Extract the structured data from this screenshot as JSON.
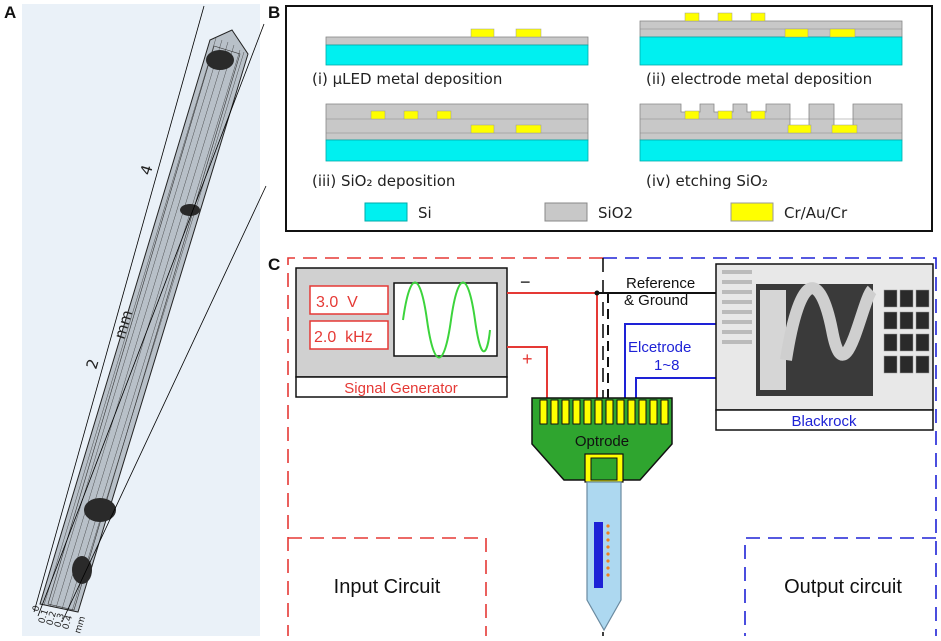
{
  "panels": {
    "a": "A",
    "b": "B",
    "c": "C"
  },
  "panel_a": {
    "ruler": [
      "4",
      "2",
      "mm"
    ],
    "bottom_ticks": [
      "0",
      "0.1",
      "0.2",
      "0.3",
      "0.4",
      "mm"
    ]
  },
  "panel_b": {
    "steps": [
      {
        "label": "(i) µLED metal deposition"
      },
      {
        "label": "(ii) electrode metal deposition"
      },
      {
        "label": "(iii) SiO₂ deposition"
      },
      {
        "label": "(iv) etching SiO₂"
      }
    ],
    "legend": [
      {
        "label": "Si",
        "color": "#00f0f0"
      },
      {
        "label": "SiO2",
        "color": "#c8c8c8"
      },
      {
        "label": "Cr/Au/Cr",
        "color": "#ffff00"
      }
    ]
  },
  "panel_c": {
    "signal_generator": {
      "title": "Signal Generator",
      "voltage": "3.0  V",
      "frequency": "2.0  kHz",
      "minus": "−",
      "plus": "+"
    },
    "reference": "Reference",
    "ground": "& Ground",
    "electrode_line1": "Elcetrode",
    "electrode_line2": "1~8",
    "optrode": "Optrode",
    "blackrock": "Blackrock",
    "input_circuit": "Input Circuit",
    "output_circuit": "Output circuit",
    "colors": {
      "input": "#e53935",
      "output": "#1e22d6",
      "optrode_green": "#2fa52f"
    }
  }
}
